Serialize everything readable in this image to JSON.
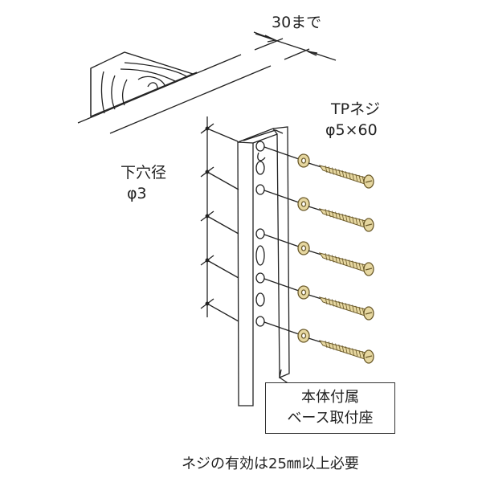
{
  "dimension_label": "30まで",
  "screw_label": {
    "line1": "TPネジ",
    "line2": "φ5×60"
  },
  "pilot_hole_label": {
    "line1": "下穴径",
    "line2": "φ3"
  },
  "callout": {
    "line1": "本体付属",
    "line2": "ベース取付座"
  },
  "footnote": "ネジの有効は25㎜以上必要",
  "screw_count": 5,
  "colors": {
    "line": "#222222",
    "screw": "#e6d7a0",
    "screw_stroke": "#6b5a2a"
  }
}
